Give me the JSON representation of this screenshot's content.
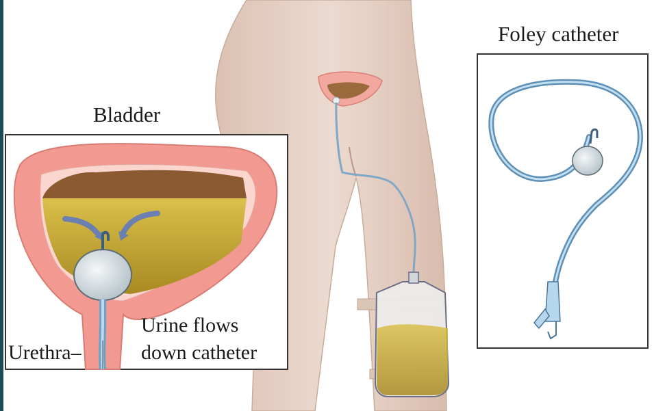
{
  "labels": {
    "bladder_title": "Bladder",
    "foley_title": "Foley catheter",
    "urine_line1": "Urine flows",
    "urine_line2": "down catheter",
    "urethra": "Urethra–"
  },
  "colors": {
    "skin": "#e7d2c6",
    "bladder_wall": "#f09a92",
    "urine": "#c3a63a",
    "catheter": "#9cc8e8",
    "edge_bar": "#1c4a57"
  }
}
